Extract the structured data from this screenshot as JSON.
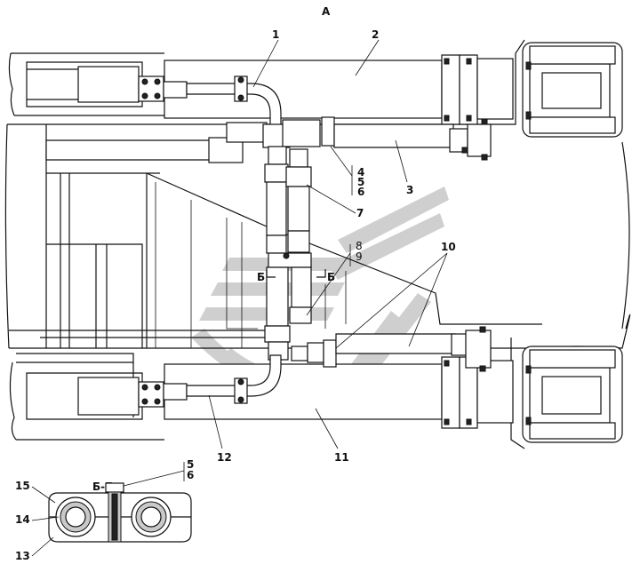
{
  "view_label": "А",
  "section_label": "Б-Б",
  "section_marks": [
    "Б",
    "Б"
  ],
  "callouts": {
    "c1": "1",
    "c2": "2",
    "c3": "3",
    "c4": "4",
    "c5": "5",
    "c6": "6",
    "c7": "7",
    "c8": "8",
    "c9": "9",
    "c10": "10",
    "c11": "11",
    "c12": "12",
    "s5": "5",
    "s6": "6",
    "c13": "13",
    "c14": "14",
    "c15": "15"
  },
  "colors": {
    "line": "#111111",
    "watermark": "#c7c7c7",
    "fill": "#ffffff"
  }
}
